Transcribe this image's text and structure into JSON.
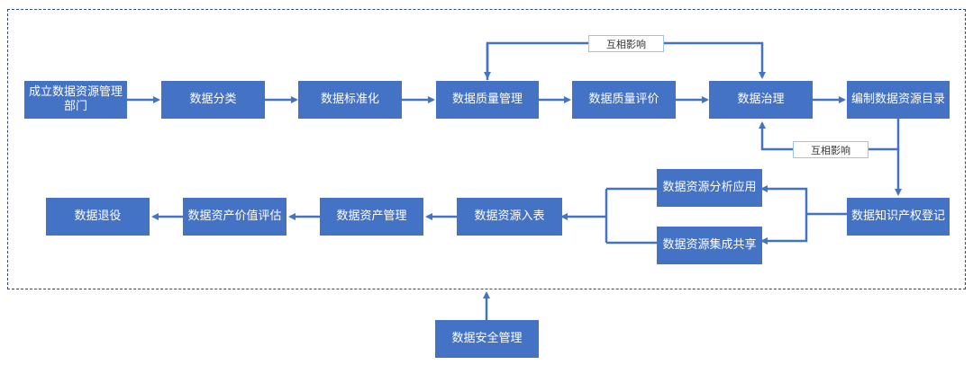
{
  "colors": {
    "box": "#4472c4",
    "arrow": "#4472c4",
    "frame": "#2f4a7a",
    "label_border": "#9dc3e6"
  },
  "nodes": {
    "establish_dept": "成立数据资源管理部门",
    "classification": "数据分类",
    "standardization": "数据标准化",
    "quality_management": "数据质量管理",
    "quality_evaluation": "数据质量评价",
    "governance": "数据治理",
    "catalog": "编制数据资源目录",
    "ip_registration": "数据知识产权登记",
    "analysis_application": "数据资源分析应用",
    "integration_sharing": "数据资源集成共享",
    "into_statement": "数据资源入表",
    "asset_management": "数据资产管理",
    "asset_valuation": "数据资产价值评估",
    "retirement": "数据退役",
    "security_management": "数据安全管理"
  },
  "labels": {
    "mutual_influence_top": "互相影响",
    "mutual_influence_bottom": "互相影响"
  }
}
